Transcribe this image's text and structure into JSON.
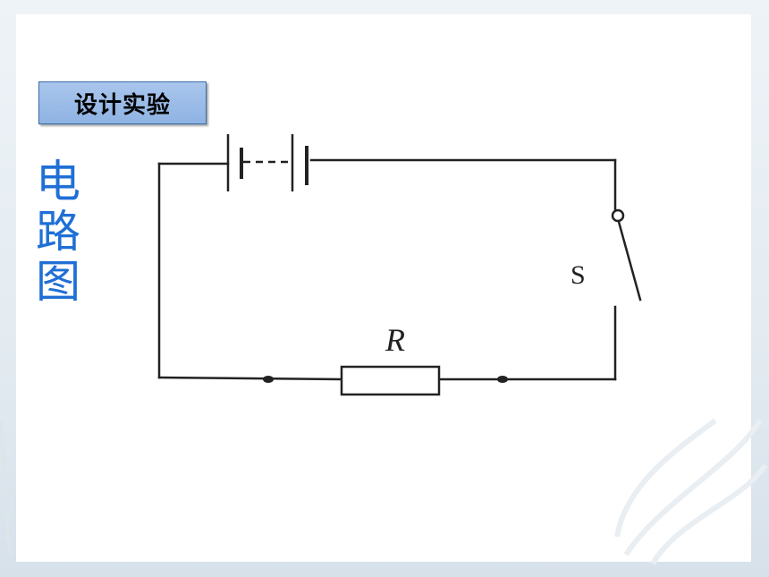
{
  "slide": {
    "title_box_label": "设计实验",
    "vertical_label_chars": [
      "电",
      "路",
      "图"
    ]
  },
  "circuit": {
    "switch_label": "S",
    "resistor_label": "R"
  },
  "colors": {
    "title_box_fill": "#9bbce8",
    "vertical_label": "#1f6fd6",
    "wire": "#222222"
  }
}
